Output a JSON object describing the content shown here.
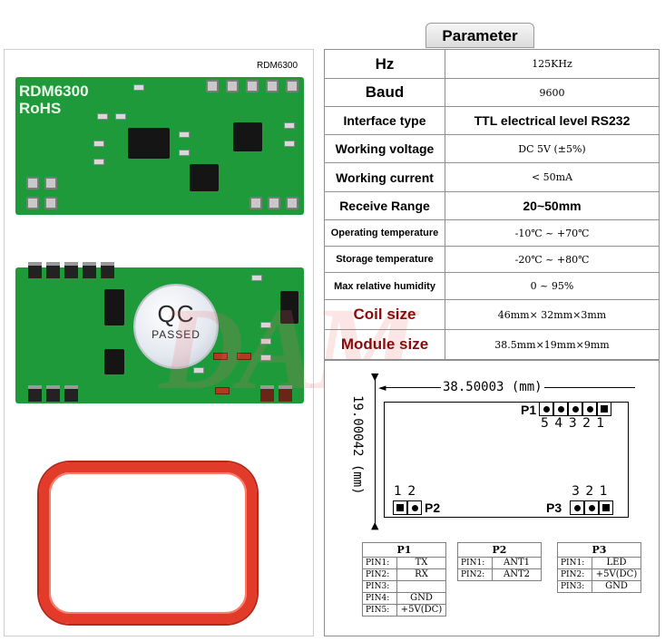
{
  "photos": {
    "model_label": "RDM6300",
    "board_silk_line1": "RDM6300",
    "board_silk_line2": "RoHS",
    "qc_sticker_main": "QC",
    "qc_sticker_sub": "PASSED",
    "watermark": "DAM"
  },
  "parameter": {
    "title": "Parameter",
    "rows": [
      {
        "key": "Hz",
        "value": "125KHz"
      },
      {
        "key": "Baud",
        "value": "9600"
      },
      {
        "key": "Interface type",
        "value": "TTL electrical level RS232"
      },
      {
        "key": "Working voltage",
        "value": "DC 5V (±5%)"
      },
      {
        "key": "Working current",
        "value": "< 50mA"
      },
      {
        "key": "Receive Range",
        "value": "20~50mm"
      },
      {
        "key": "Operating temperature",
        "value": "-10℃ ~ +70℃"
      },
      {
        "key": "Storage temperature",
        "value": "-20℃ ~ +80℃"
      },
      {
        "key": "Max relative humidity",
        "value": "0 ~ 95%"
      },
      {
        "key": "Coil size",
        "value": "46mm× 32mm×3mm"
      },
      {
        "key": "Module size",
        "value": "38.5mm×19mm×9mm"
      }
    ]
  },
  "diagram": {
    "width_label": "38.50003 (mm)",
    "height_label": "19.00042 (mm)",
    "p1_label": "P1",
    "p1_numbers": "5 4 3 2 1",
    "p2_label": "P2",
    "p2_numbers": "1 2",
    "p3_label": "P3",
    "p3_numbers": "3 2 1"
  },
  "pin_tables": {
    "p1": {
      "title": "P1",
      "rows": [
        {
          "pin": "PIN1:",
          "func": "TX"
        },
        {
          "pin": "PIN2:",
          "func": "RX"
        },
        {
          "pin": "PIN3:",
          "func": ""
        },
        {
          "pin": "PIN4:",
          "func": "GND"
        },
        {
          "pin": "PIN5:",
          "func": "+5V(DC)"
        }
      ]
    },
    "p2": {
      "title": "P2",
      "rows": [
        {
          "pin": "PIN1:",
          "func": "ANT1"
        },
        {
          "pin": "PIN2:",
          "func": "ANT2"
        }
      ]
    },
    "p3": {
      "title": "P3",
      "rows": [
        {
          "pin": "PIN1:",
          "func": "LED"
        },
        {
          "pin": "PIN2:",
          "func": "+5V(DC)"
        },
        {
          "pin": "PIN3:",
          "func": "GND"
        }
      ]
    }
  }
}
